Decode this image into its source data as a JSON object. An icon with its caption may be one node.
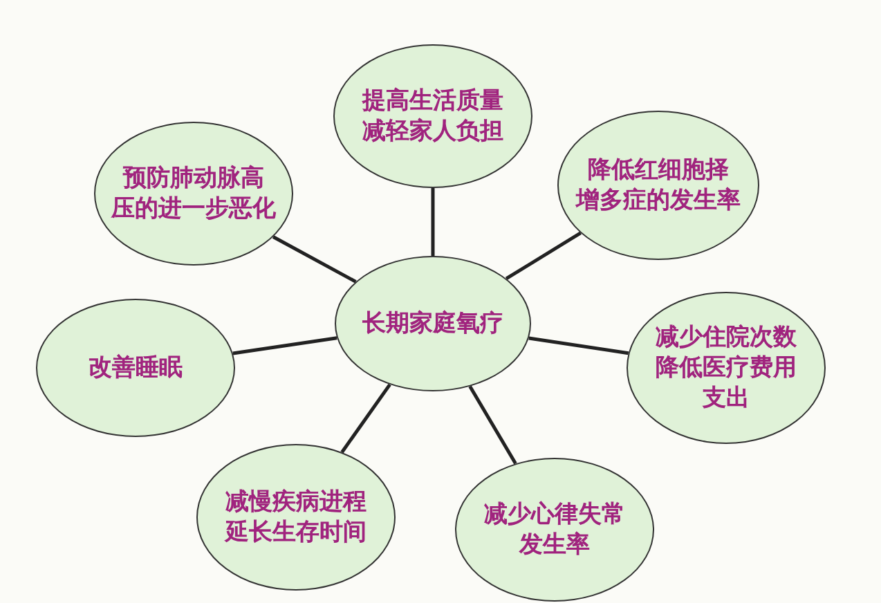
{
  "diagram": {
    "nodes": [
      {
        "text": [
          "提高生活质量减轻家人负担"
        ]
      },
      {
        "text": [
          "预防肺动脉高压的进一步恶化"
        ]
      },
      {
        "text": [
          "降低红细胞择增多症的发生率"
        ]
      },
      {
        "text": [
          "长期家庭氧疗"
        ]
      },
      {
        "text": [
          "改善睡眠"
        ]
      },
      {
        "text": [
          "减少住院次数降低医疗费用支出"
        ]
      },
      {
        "text": [
          "减慢疾病进程延长生存时间"
        ]
      },
      {
        "text": [
          "减少心律失常发生率"
        ]
      }
    ],
    "edges": [
      {
        "from": 3,
        "to": 0,
        "arrow": "none"
      },
      {
        "from": 3,
        "to": 1,
        "arrow": "none"
      },
      {
        "from": 3,
        "to": 2,
        "arrow": "none"
      },
      {
        "from": 3,
        "to": 4,
        "arrow": "none"
      },
      {
        "from": 3,
        "to": 5,
        "arrow": "none"
      },
      {
        "from": 3,
        "to": 6,
        "arrow": "none"
      },
      {
        "from": 3,
        "to": 7,
        "arrow": "none"
      }
    ]
  }
}
